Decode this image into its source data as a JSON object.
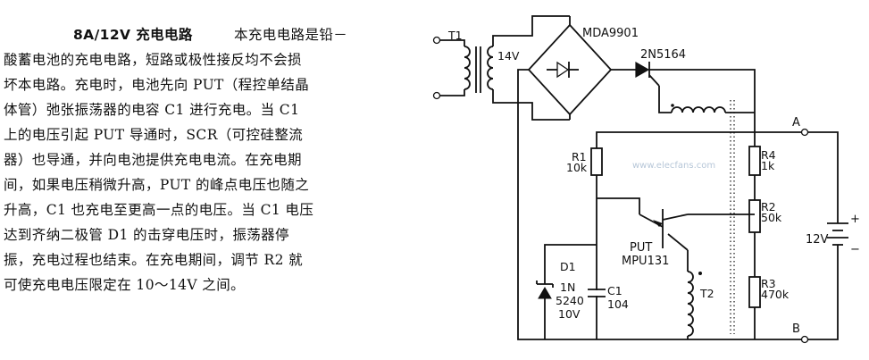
{
  "text": {
    "title": "8A/12V 充电电路",
    "lines": [
      "本充电电路是铅－",
      "酸蓄电池的充电电路，短路或极性接反均不会损",
      "坏本电路。充电时，电池先向 PUT（程控单结晶",
      "体管）弛张振荡器的电容 C1 进行充电。当 C1",
      "上的电压引起 PUT 导通时，SCR（可控硅整流",
      "器）也导通，并向电池提供充电电流。在充电期",
      "间，如果电压稍微升高，PUT 的峰点电压也随之",
      "升高，C1 也充电至更高一点的电压。当 C1 电压",
      "达到齐纳二极管 D1 的击穿电压时，振荡器停",
      "振，充电过程也结束。在充电期间，调节 R2 就",
      "可使充电电压限定在 10～14V 之间。"
    ]
  },
  "diagram": {
    "transformer": "T1",
    "secondary_voltage": "14V",
    "bridge": "MDA9901",
    "scr": "2N5164",
    "r1": {
      "name": "R1",
      "value": "10k"
    },
    "r4": {
      "name": "R4",
      "value": "1k"
    },
    "r2": {
      "name": "R2",
      "value": "50k"
    },
    "r3": {
      "name": "R3",
      "value": "470k"
    },
    "d1": {
      "name": "D1",
      "type": "1N",
      "part": "5240",
      "voltage": "10V"
    },
    "c1": {
      "name": "C1",
      "value": "104"
    },
    "put": {
      "name": "PUT",
      "part": "MPU131"
    },
    "t2": "T2",
    "battery_voltage": "12V",
    "terminal_a": "A",
    "terminal_b": "B",
    "battery_plus": "+",
    "battery_minus": "−",
    "watermark": "www.elecfans.com"
  }
}
